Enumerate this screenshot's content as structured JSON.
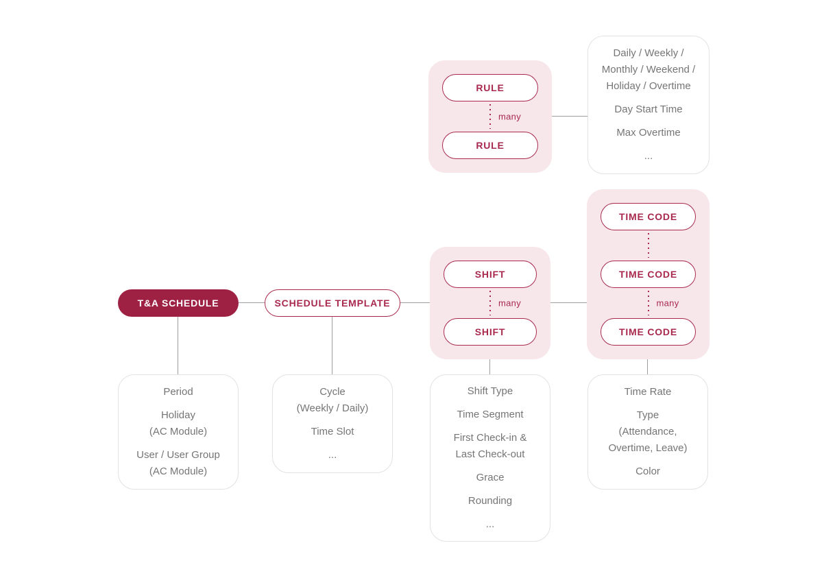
{
  "colors": {
    "accent_red": "#a8294d",
    "dark_red_fill": "#9e2144",
    "pink_panel": "#f7e7eb",
    "gray_text": "#757575",
    "line_gray": "#9e9e9e",
    "card_border": "#e2e2e2"
  },
  "diagram": {
    "schedule_node": {
      "label": "T&A SCHEDULE"
    },
    "template_node": {
      "label": "SCHEDULE TEMPLATE"
    },
    "rule_group": {
      "pill_top": "RULE",
      "pill_bottom": "RULE",
      "cardinality": "many"
    },
    "shift_group": {
      "pill_top": "SHIFT",
      "pill_bottom": "SHIFT",
      "cardinality": "many"
    },
    "timecode_group": {
      "pill_top": "TIME CODE",
      "pill_middle": "TIME CODE",
      "pill_bottom": "TIME CODE",
      "cardinality": "many"
    },
    "rule_card": {
      "groups": [
        [
          "Daily / Weekly /",
          "Monthly / Weekend /",
          "Holiday / Overtime"
        ],
        [
          "Day Start Time"
        ],
        [
          "Max Overtime"
        ],
        [
          "..."
        ]
      ]
    },
    "schedule_card": {
      "groups": [
        [
          "Period"
        ],
        [
          "Holiday",
          "(AC Module)"
        ],
        [
          "User / User Group",
          "(AC Module)"
        ]
      ]
    },
    "template_card": {
      "groups": [
        [
          "Cycle",
          "(Weekly / Daily)"
        ],
        [
          "Time Slot"
        ],
        [
          "..."
        ]
      ]
    },
    "shift_card": {
      "groups": [
        [
          "Shift Type"
        ],
        [
          "Time Segment"
        ],
        [
          "First Check-in &",
          "Last Check-out"
        ],
        [
          "Grace"
        ],
        [
          "Rounding"
        ],
        [
          "..."
        ]
      ]
    },
    "timecode_card": {
      "groups": [
        [
          "Time Rate"
        ],
        [
          "Type",
          "(Attendance,",
          "Overtime, Leave)"
        ],
        [
          "Color"
        ]
      ]
    }
  }
}
